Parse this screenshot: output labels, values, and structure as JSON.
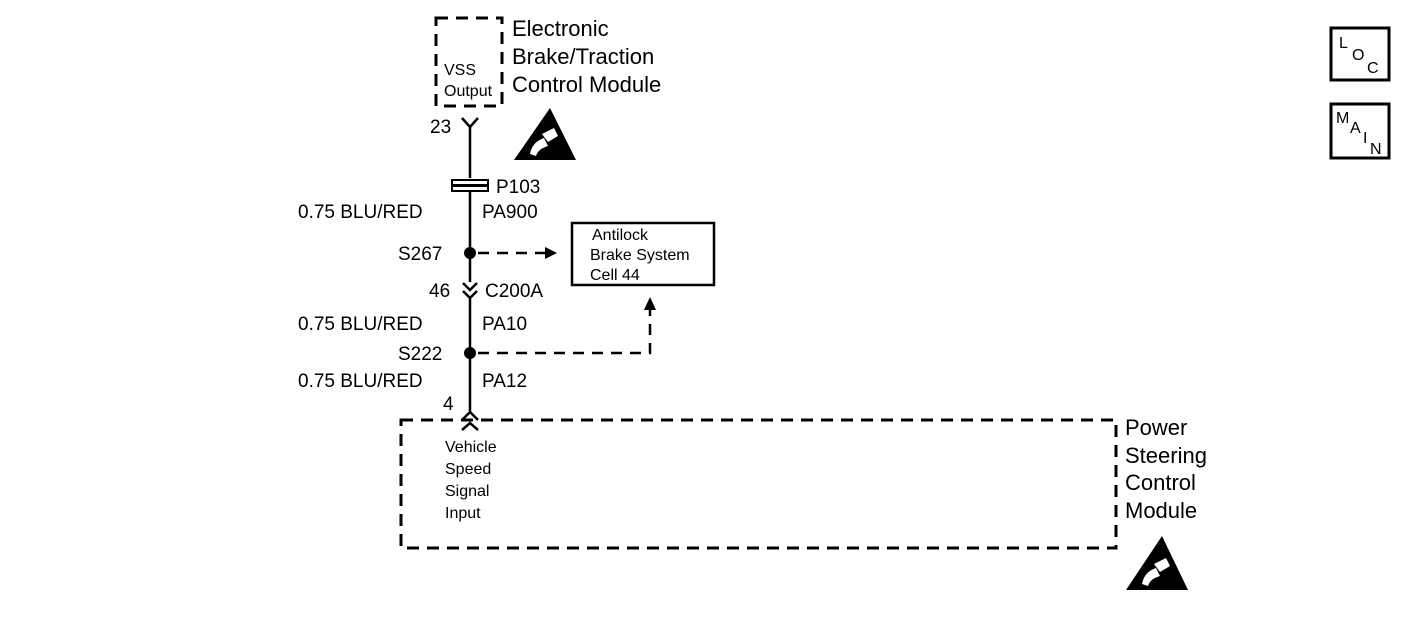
{
  "modules": {
    "ebtcm": {
      "name_lines": [
        "Electronic",
        "Brake/Traction",
        "Control Module"
      ],
      "pin_label_lines": [
        "VSS",
        "Output"
      ],
      "pin_number": "23"
    },
    "abs_ref": {
      "lines": [
        "Antilock",
        "Brake System",
        "Cell 44"
      ]
    },
    "pscm": {
      "name_lines": [
        "Power",
        "Steering",
        "Control",
        "Module"
      ],
      "pin_label_lines": [
        "Vehicle",
        "Speed",
        "Signal",
        "Input"
      ],
      "pin_number": "4"
    }
  },
  "connectors": {
    "p103": "P103",
    "c200a": "C200A",
    "c200a_pin": "46"
  },
  "splices": {
    "s267": "S267",
    "s222": "S222"
  },
  "wires": {
    "pa900": {
      "gauge_color": "0.75 BLU/RED",
      "circuit": "PA900"
    },
    "pa10": {
      "gauge_color": "0.75 BLU/RED",
      "circuit": "PA10"
    },
    "pa12": {
      "gauge_color": "0.75 BLU/RED",
      "circuit": "PA12"
    }
  },
  "nav_buttons": {
    "loc": [
      "L",
      "O",
      "C"
    ],
    "main": [
      "M",
      "A",
      "I",
      "N"
    ]
  },
  "icons": {
    "esd": "esd-warning-icon"
  }
}
